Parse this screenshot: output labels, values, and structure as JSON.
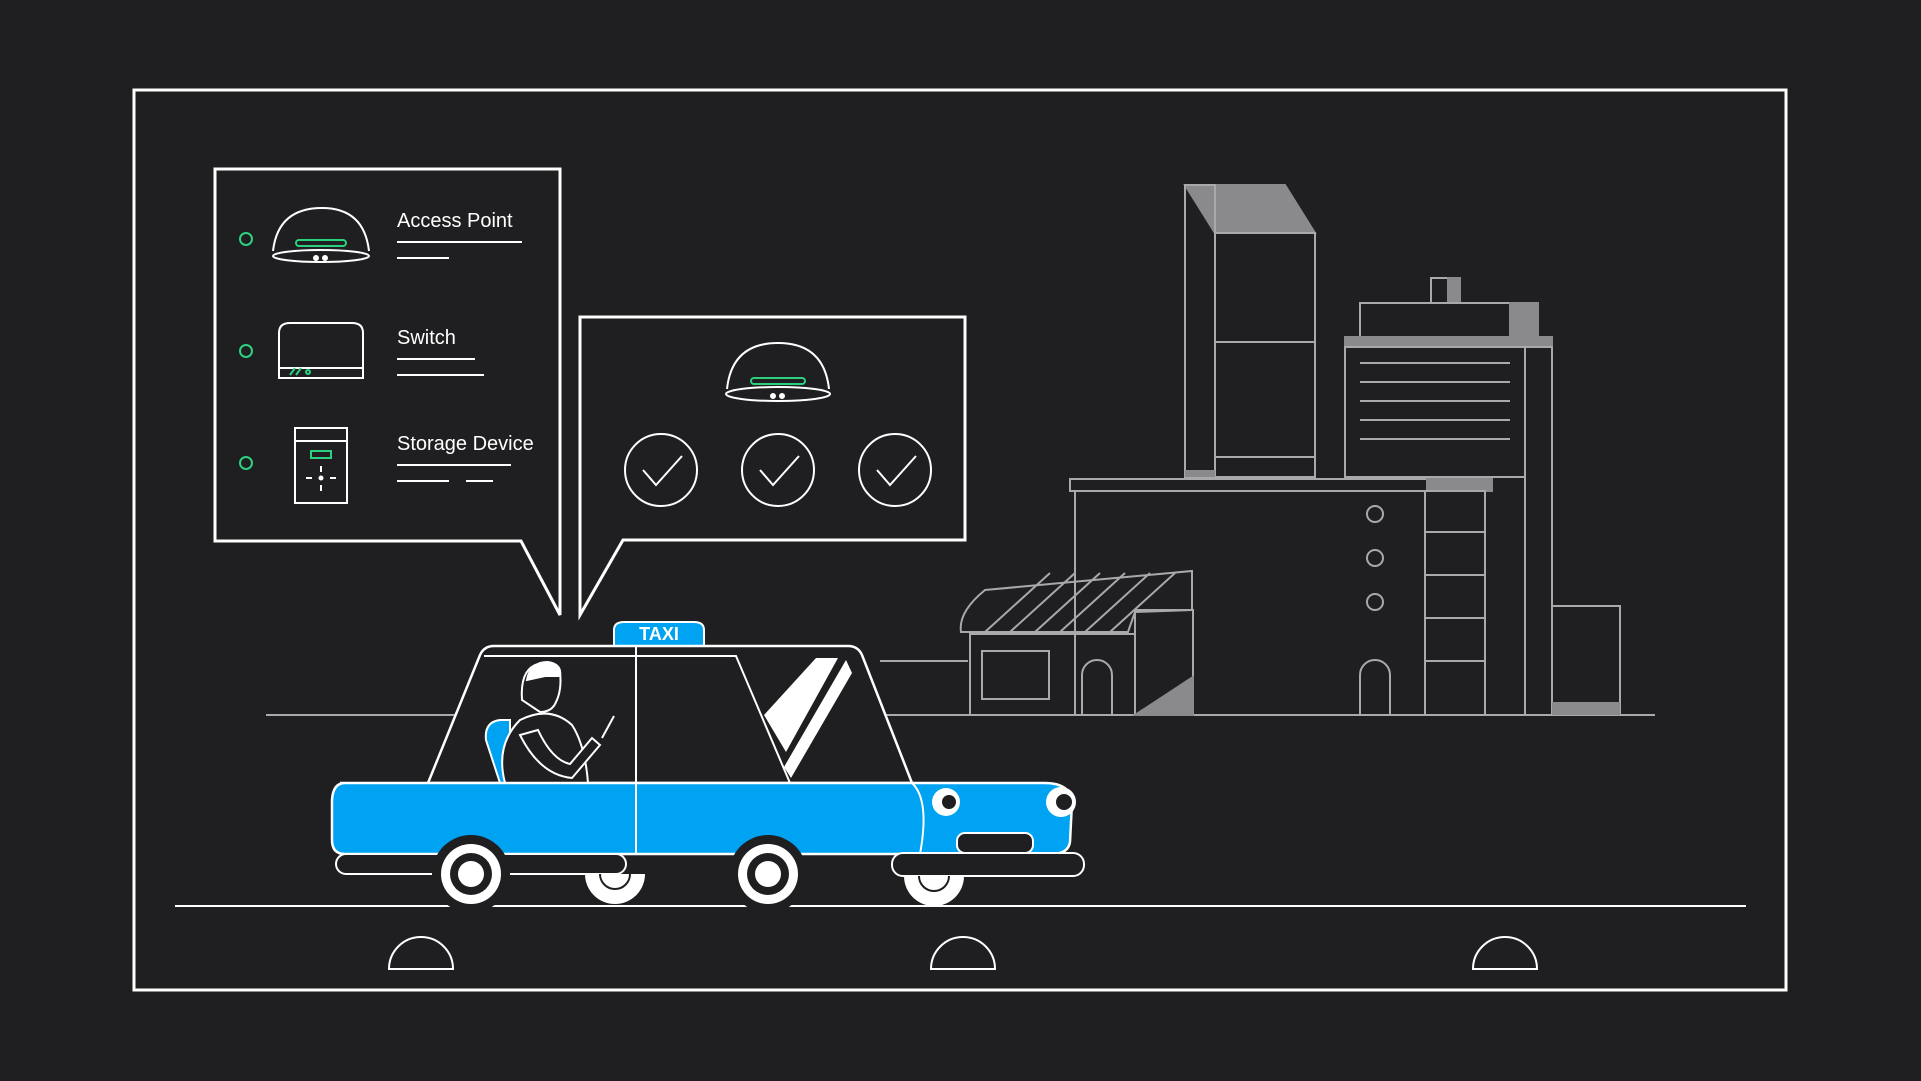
{
  "colors": {
    "background": "#1f1f21",
    "line": "#ffffff",
    "accent_green": "#2bd17e",
    "taxi_blue": "#00a3f2",
    "building_gray": "#8a8a8c",
    "building_line": "#a9a9ab"
  },
  "device_list": {
    "items": [
      {
        "label": "Access Point",
        "icon": "access-point-icon",
        "status_icon": "status-dot-icon"
      },
      {
        "label": "Switch",
        "icon": "switch-icon",
        "status_icon": "status-dot-icon"
      },
      {
        "label": "Storage Device",
        "icon": "storage-device-icon",
        "status_icon": "status-dot-icon"
      }
    ]
  },
  "status_panel": {
    "device_icon": "access-point-icon",
    "checks": [
      "check-circle-icon",
      "check-circle-icon",
      "check-circle-icon"
    ]
  },
  "taxi": {
    "sign": "TAXI"
  }
}
